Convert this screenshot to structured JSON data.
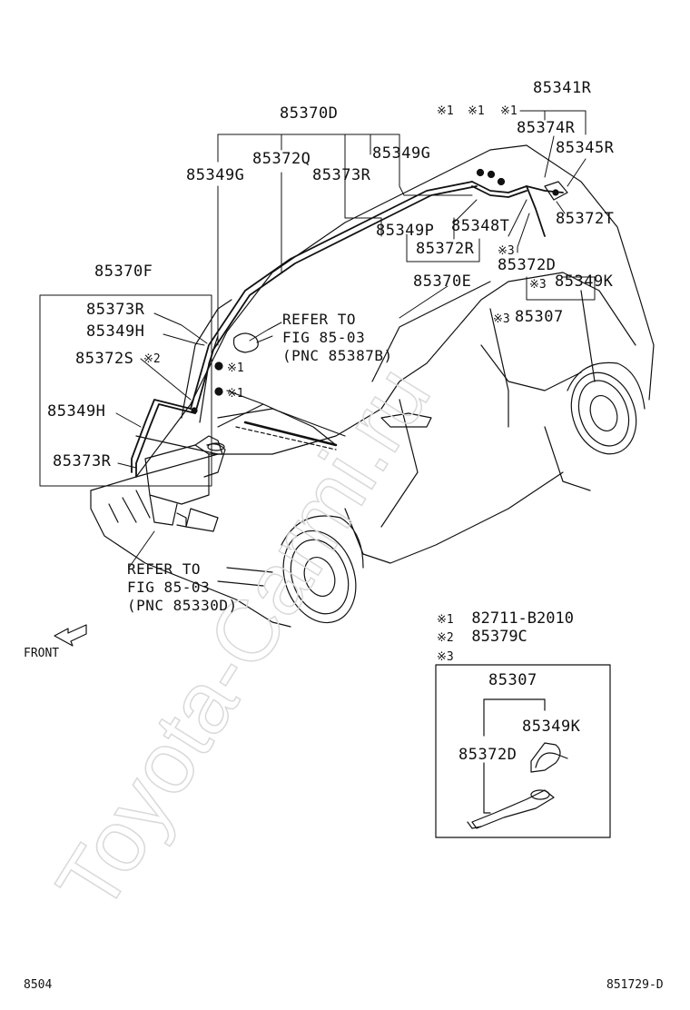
{
  "diagram": {
    "watermark": "Toyota-Carmi.ru",
    "callouts": {
      "c85341R": "85341R",
      "c85370D": "85370D",
      "c85374R": "85374R",
      "c85345R": "85345R",
      "c85372Q": "85372Q",
      "c85349G_a": "85349G",
      "c85349G_b": "85349G",
      "c85373R_top": "85373R",
      "c85349P": "85349P",
      "c85348T": "85348T",
      "c85372T": "85372T",
      "c85372R": "85372R",
      "c85372D_top": "85372D",
      "c85370E": "85370E",
      "c85349K_top": "85349K",
      "c85307_top": "85307",
      "c85370F": "85370F",
      "c85373R_mid": "85373R",
      "c85349H_a": "85349H",
      "c85372S": "85372S",
      "c85349H_b": "85349H",
      "c85373R_low": "85373R",
      "box_85307": "85307",
      "box_85349K": "85349K",
      "box_85372D": "85372D"
    },
    "marks": {
      "m1": "※1",
      "m2": "※2",
      "m3": "※3"
    },
    "refer_upper": [
      "REFER TO",
      "FIG 85-03",
      "(PNC 85387B)"
    ],
    "refer_lower": [
      "REFER TO",
      "FIG 85-03",
      "(PNC 85330D)"
    ],
    "legend": [
      {
        "mark": "※1",
        "part": "82711-B2010"
      },
      {
        "mark": "※2",
        "part": "85379C"
      },
      {
        "mark": "※3",
        "part": ""
      }
    ],
    "front_label": "FRONT",
    "footer_left": "8504",
    "footer_right": "851729-D"
  }
}
